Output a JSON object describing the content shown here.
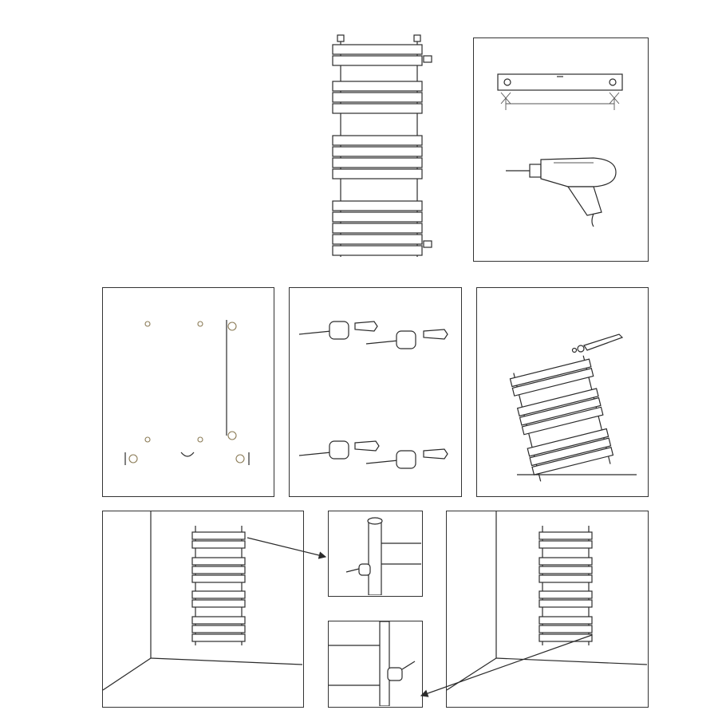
{
  "figure": {
    "steps": [
      {
        "id": "radiator-overview",
        "icon": "towel-radiator-icon"
      },
      {
        "id": "level-and-drill",
        "icon": "spirit-level-icon"
      },
      {
        "id": "drill-template",
        "icon": "drilling-template-icon"
      },
      {
        "id": "fixing-kit",
        "icon": "wall-plug-screw-icon"
      },
      {
        "id": "attach-brackets",
        "icon": "spanner-icon"
      },
      {
        "id": "hang-radiator",
        "icon": "wall-corner-icon"
      }
    ],
    "colors": {
      "line": "#2b2b2b",
      "hole": "#8a7a55",
      "background": "#ffffff"
    }
  }
}
